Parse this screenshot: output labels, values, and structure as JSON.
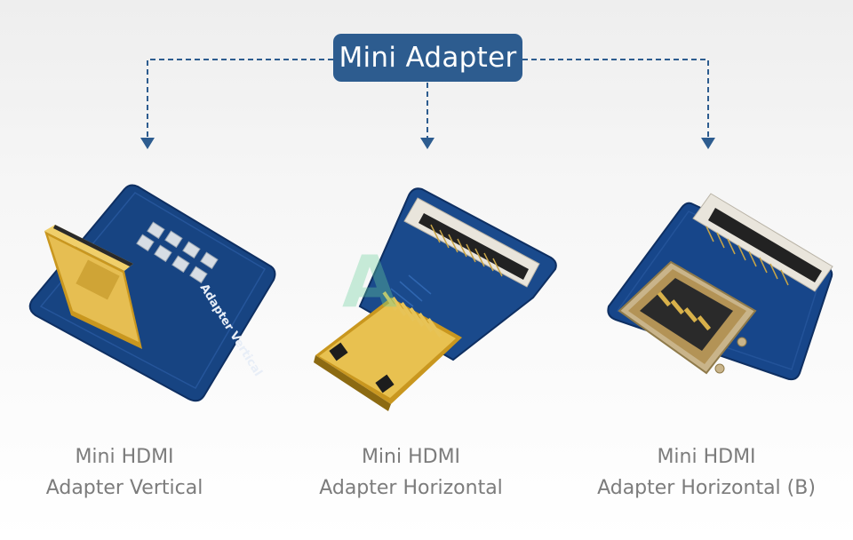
{
  "header": {
    "title": "Mini Adapter"
  },
  "products": [
    {
      "line1": "Mini HDMI",
      "line2": "Adapter Vertical",
      "board_text": "Adapter Vertical"
    },
    {
      "line1": "Mini HDMI",
      "line2": "Adapter Horizontal"
    },
    {
      "line1": "Mini HDMI",
      "line2": "Adapter Horizontal (B)"
    }
  ],
  "colors": {
    "badge": "#2d5c8f",
    "arrow": "#2d5c8f",
    "pcb": "#163f80",
    "gold": "#d6a834",
    "caption": "#7c7c7c"
  },
  "icons": [
    "down-arrow-icon",
    "down-arrow-icon",
    "down-arrow-icon"
  ]
}
